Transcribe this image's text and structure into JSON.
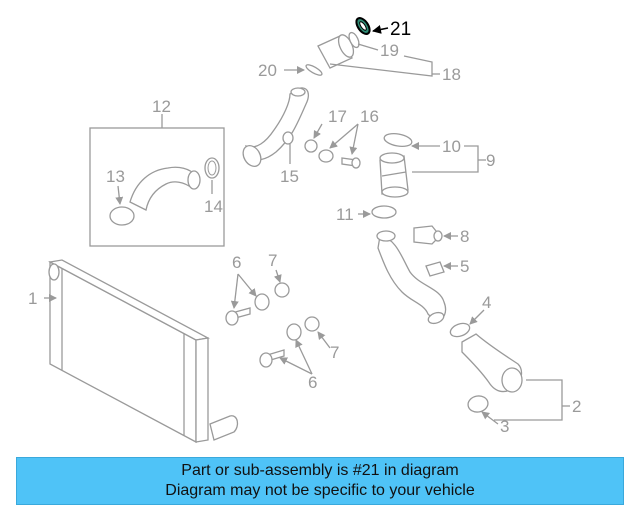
{
  "callouts": {
    "c1": "1",
    "c2": "2",
    "c3": "3",
    "c4": "4",
    "c5": "5",
    "c6a": "6",
    "c6b": "6",
    "c7a": "7",
    "c7b": "7",
    "c8": "8",
    "c9": "9",
    "c10": "10",
    "c11": "11",
    "c12": "12",
    "c13": "13",
    "c14": "14",
    "c15": "15",
    "c16": "16",
    "c17": "17",
    "c18": "18",
    "c19": "19",
    "c20": "20",
    "c21": "21"
  },
  "highlight": {
    "part": "21",
    "color": "#000000"
  },
  "colors": {
    "banner": "#4fc3f7",
    "diagram_lines": "#9a9a9a"
  },
  "banner": {
    "line1": "Part or sub-assembly is #21 in diagram",
    "line2": "Diagram may not be specific to your vehicle"
  }
}
